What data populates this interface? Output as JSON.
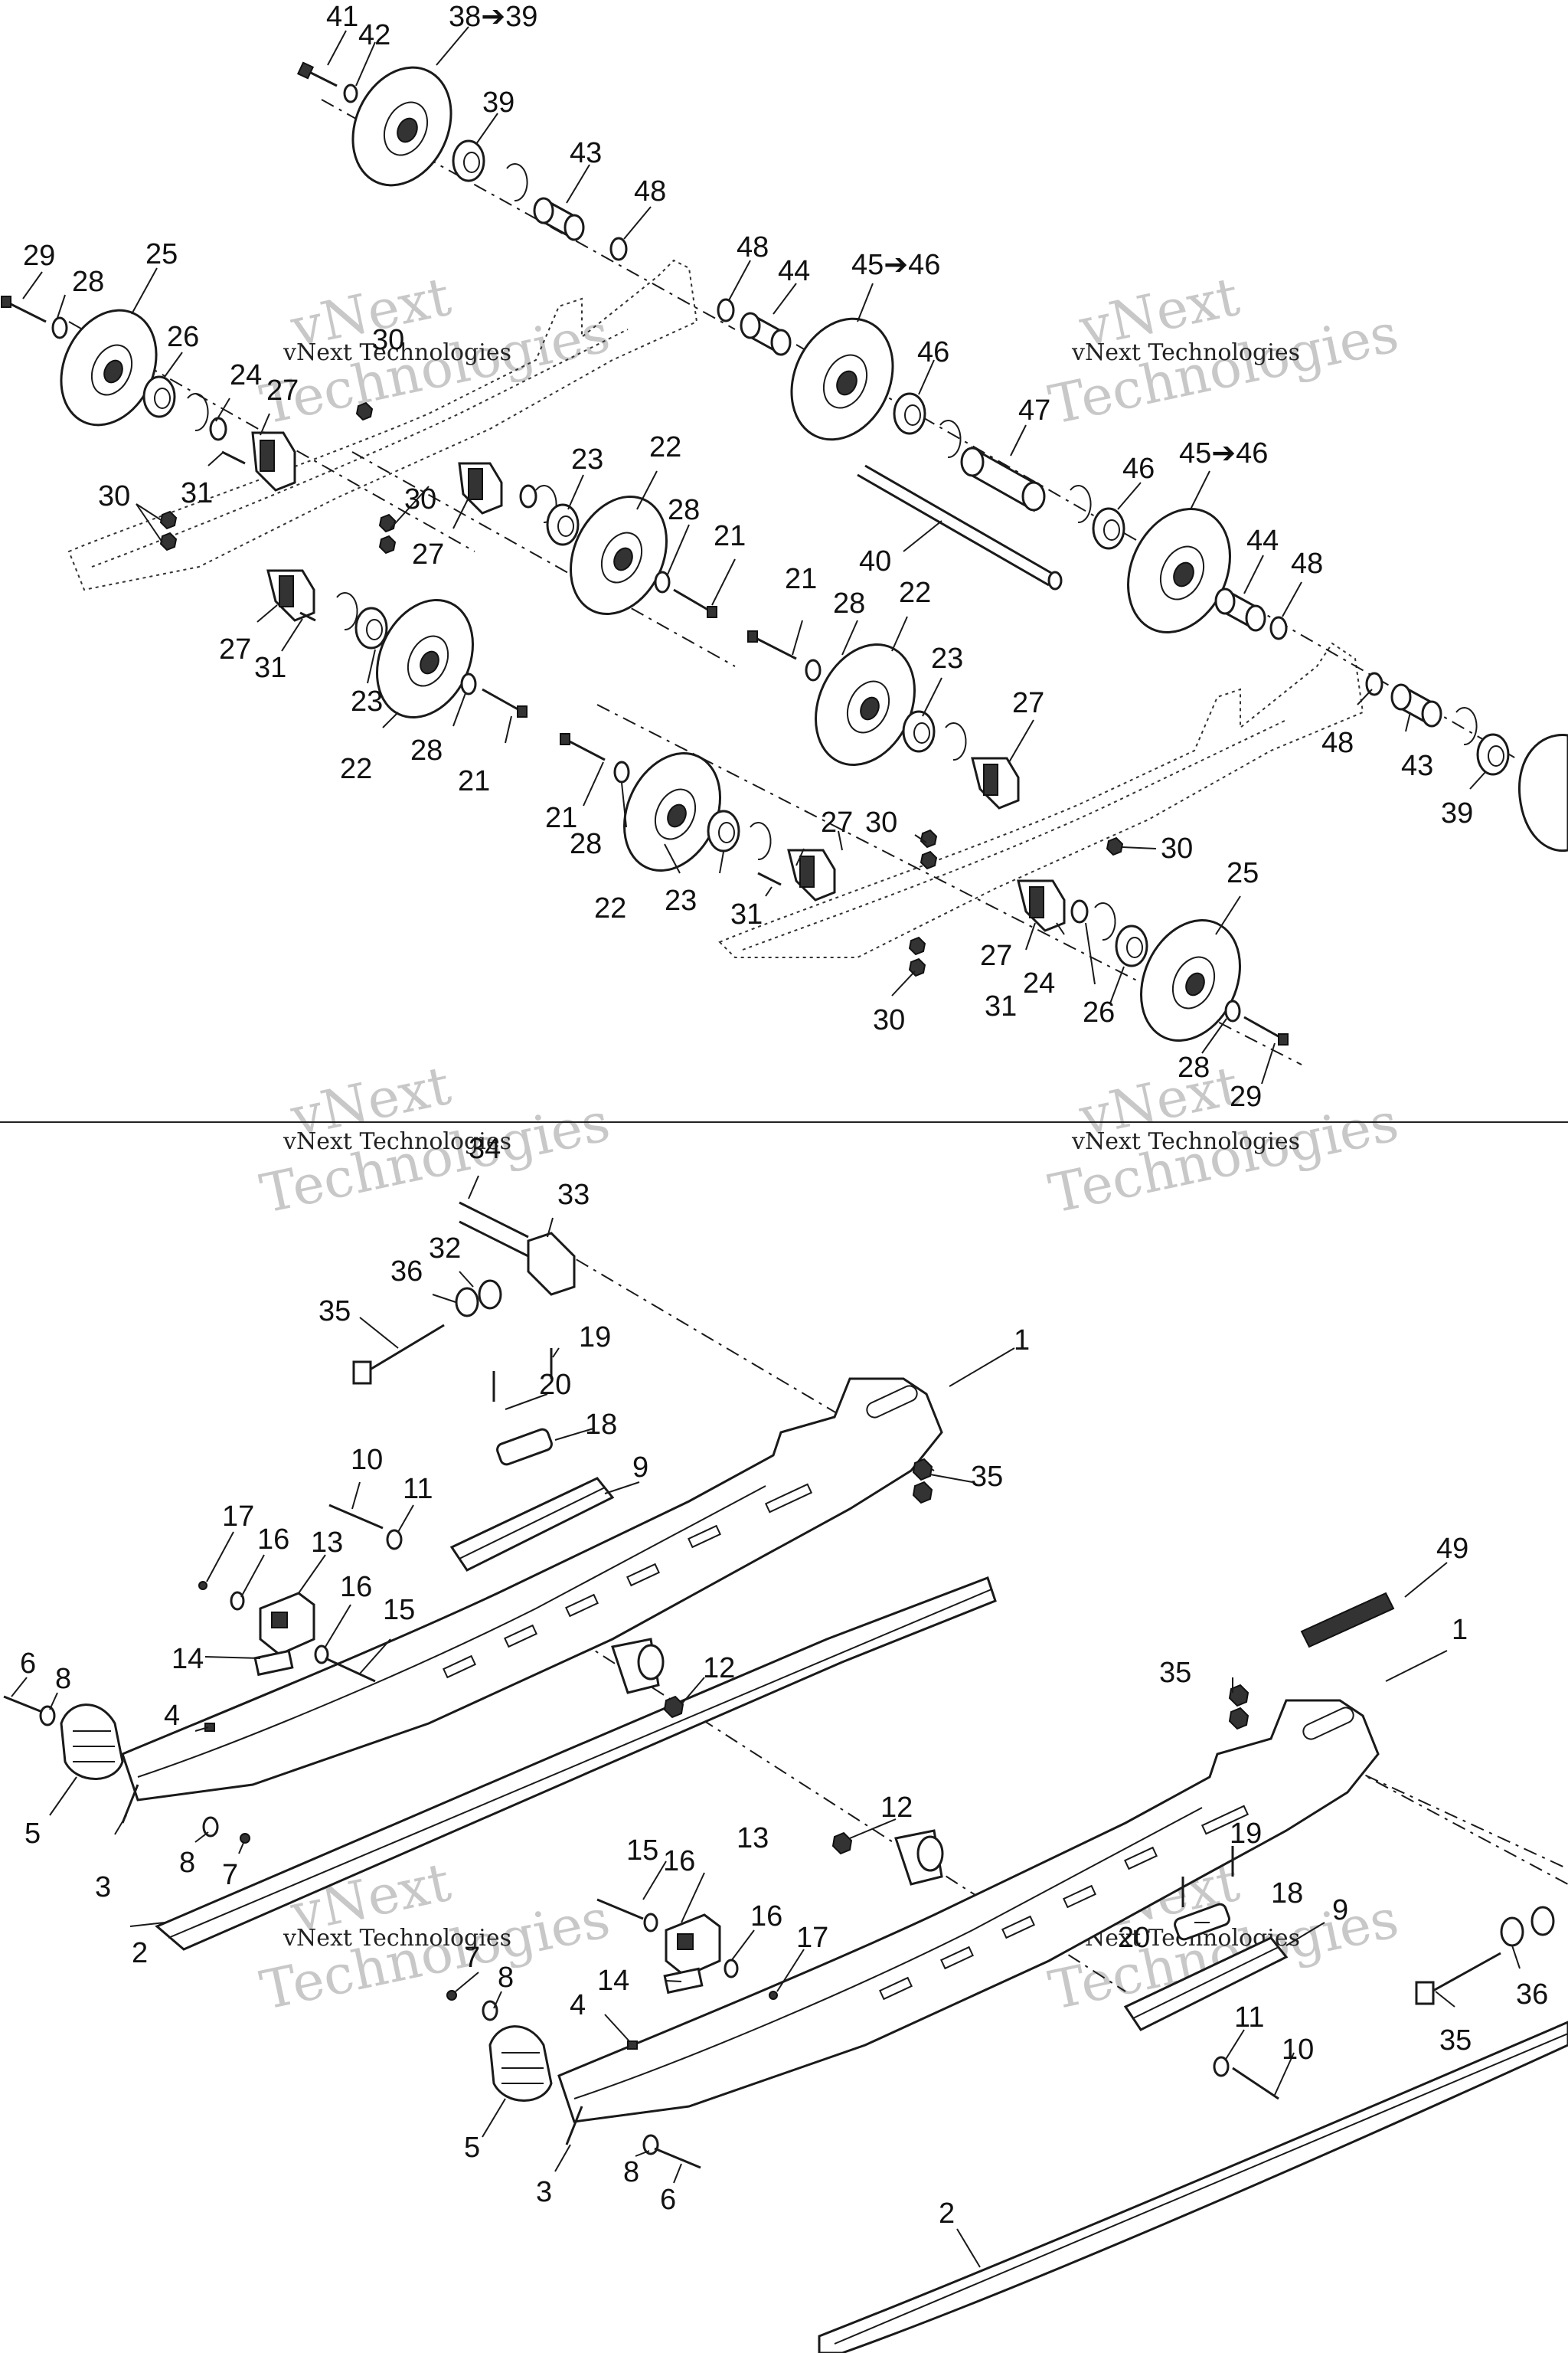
{
  "watermark": {
    "line1": "vNext Technologies",
    "line2": "vNext",
    "line3": "Technologies"
  },
  "callouts": {
    "41": "41",
    "42": "42",
    "38_39": "38➔39",
    "39": "39",
    "43": "43",
    "48": "48",
    "44": "44",
    "45_46": "45➔46",
    "46": "46",
    "47": "47",
    "40": "40",
    "29": "29",
    "28": "28",
    "25": "25",
    "26": "26",
    "24": "24",
    "27": "27",
    "30": "30",
    "31": "31",
    "23": "23",
    "22": "22",
    "21": "21",
    "3": "3",
    "4": "4",
    "34": "34",
    "33": "33",
    "32": "32",
    "36": "36",
    "35": "35",
    "1": "1",
    "19": "19",
    "20": "20",
    "18": "18",
    "9": "9",
    "10": "10",
    "11": "11",
    "17": "17",
    "16": "16",
    "13": "13",
    "15": "15",
    "14": "14",
    "12": "12",
    "6": "6",
    "8": "8",
    "5": "5",
    "7": "7",
    "2": "2",
    "49": "49"
  }
}
